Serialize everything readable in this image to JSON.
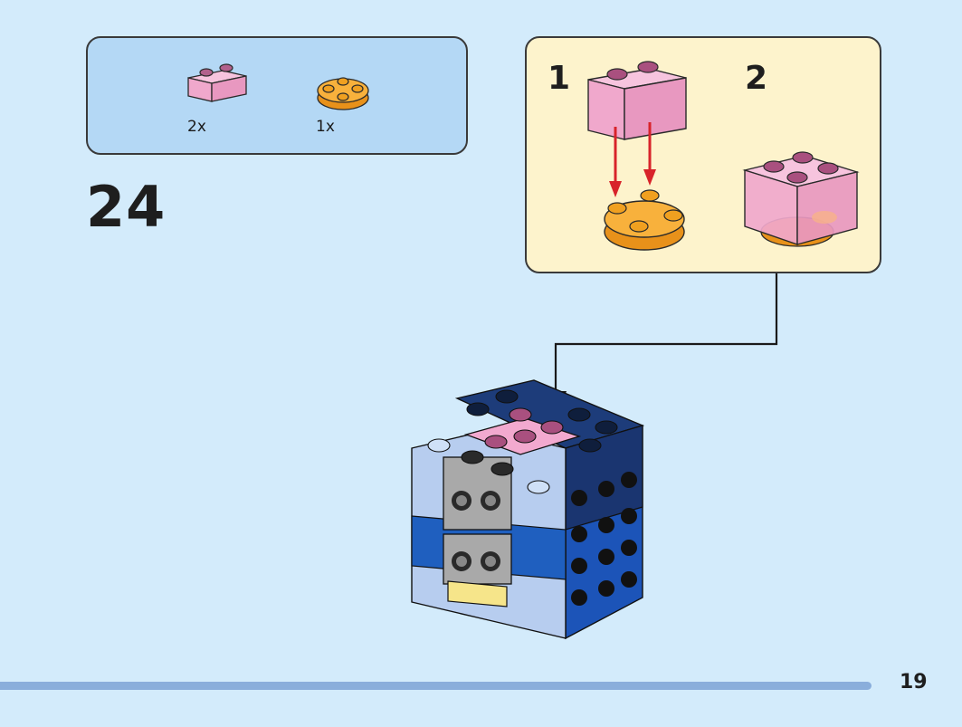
{
  "parts": [
    {
      "name": "pink-transparent-brick-1x2",
      "quantity": "2x",
      "color": "#f2a9cf"
    },
    {
      "name": "orange-round-plate-2x2",
      "quantity": "1x",
      "color": "#f6a624"
    }
  ],
  "step": {
    "number": "24"
  },
  "substeps": [
    {
      "number": "1"
    },
    {
      "number": "2"
    }
  ],
  "page": {
    "number": "19"
  },
  "colors": {
    "background": "#d3ebfb",
    "parts_box": "#b4d8f5",
    "substep_box": "#fdf3cc",
    "footer_bar": "#8aaedb",
    "arrow": "#d8232a"
  }
}
